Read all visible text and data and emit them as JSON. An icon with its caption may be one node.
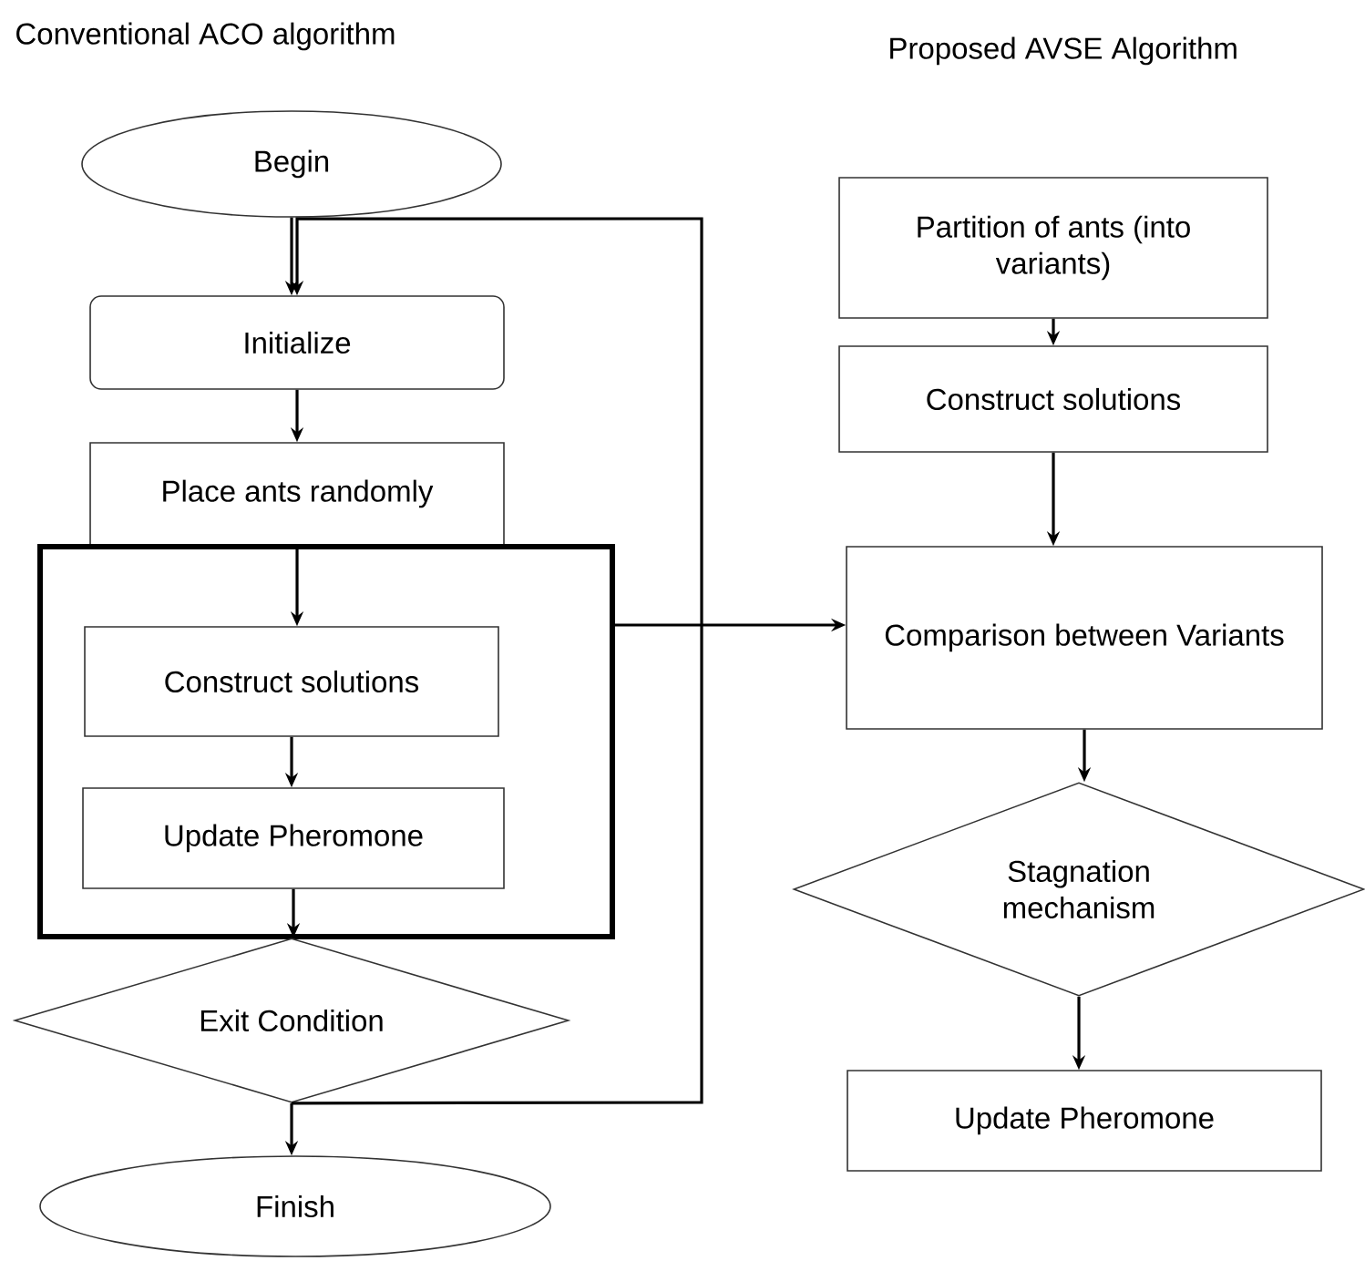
{
  "diagram": {
    "nodes": [
      {
        "text": [
          "Begin"
        ]
      },
      {
        "text": [
          "Initialize"
        ]
      },
      {
        "text": [
          "Place ants randomly"
        ]
      },
      {
        "text": [],
        "shape": "box"
      },
      {
        "text": [
          "Construct solutions"
        ],
        "in": 3
      },
      {
        "text": [
          "Update Pheromone"
        ],
        "in": 3
      },
      {
        "text": [
          "Exit Condition"
        ]
      },
      {
        "text": [
          "Finish"
        ]
      },
      {
        "text": [
          "Partition of ants (into variants)"
        ]
      },
      {
        "text": [
          "Construct solutions"
        ]
      },
      {
        "text": [
          "Comparison between Variants"
        ]
      },
      {
        "text": [
          "Stagnation mechanism"
        ]
      },
      {
        "text": [
          "Update Pheromone"
        ]
      }
    ],
    "edges": [
      {
        "from": 0,
        "to": 1,
        "arrow": "to"
      },
      {
        "from": 1,
        "to": 2,
        "arrow": "to"
      },
      {
        "from": 2,
        "to": 4,
        "arrow": "to"
      },
      {
        "from": 4,
        "to": 5,
        "arrow": "to"
      },
      {
        "from": 5,
        "to": 6,
        "arrow": "to"
      },
      {
        "from": 6,
        "to": 7,
        "arrow": "to"
      },
      {
        "from": 6,
        "to": 1,
        "arrow": "to"
      },
      {
        "from": 3,
        "to": 10,
        "arrow": "to"
      },
      {
        "from": 8,
        "to": 9,
        "arrow": "to"
      },
      {
        "from": 9,
        "to": 10,
        "arrow": "to"
      },
      {
        "from": 10,
        "to": 11,
        "arrow": "to"
      },
      {
        "from": 11,
        "to": 12,
        "arrow": "to"
      }
    ],
    "labels": [
      "Conventional ACO algorithm",
      "Proposed AVSE Algorithm"
    ]
  }
}
